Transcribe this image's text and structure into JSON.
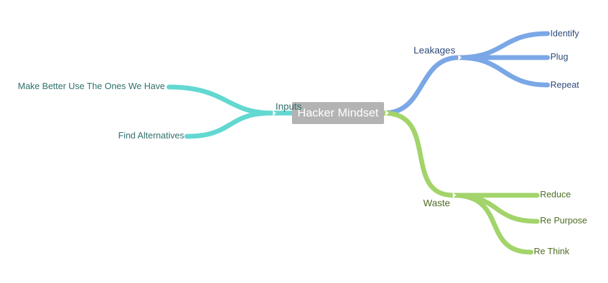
{
  "root": {
    "label": "Hacker Mindset"
  },
  "branches": {
    "inputs": {
      "label": "Inputs",
      "color": "#63d8d1",
      "children": [
        {
          "label": "Make Better Use The Ones We Have"
        },
        {
          "label": "Find Alternatives"
        }
      ]
    },
    "leakages": {
      "label": "Leakages",
      "color": "#7ba7e6",
      "children": [
        {
          "label": "Identify"
        },
        {
          "label": "Plug"
        },
        {
          "label": "Repeat"
        }
      ]
    },
    "waste": {
      "label": "Waste",
      "color": "#a3d46b",
      "children": [
        {
          "label": "Reduce"
        },
        {
          "label": "Re Purpose"
        },
        {
          "label": "Re Think"
        }
      ]
    }
  },
  "colors": {
    "text_inputs": "#2e6f6b",
    "text_leakages": "#2e4a7a",
    "text_waste": "#4d6b22",
    "root_bg": "#b3b3b3"
  }
}
